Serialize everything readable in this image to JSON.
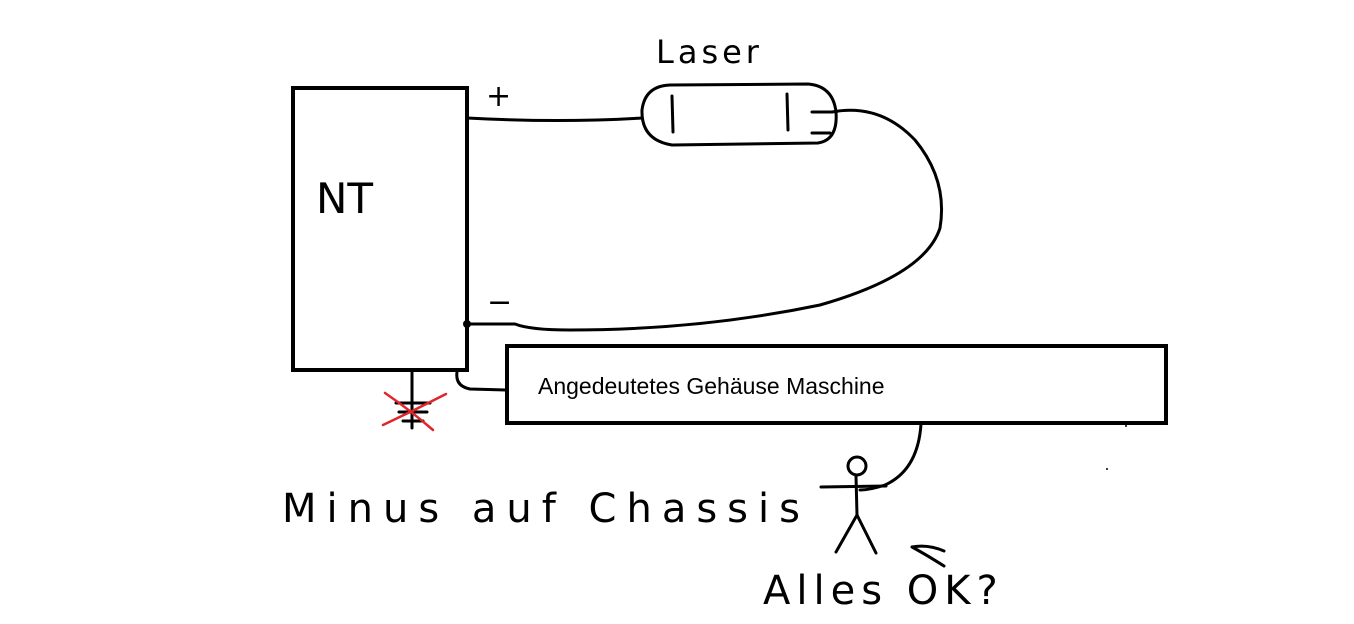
{
  "diagram": {
    "power_supply_label": "NT",
    "laser_label": "Laser",
    "plus_sign": "+",
    "minus_sign": "−",
    "housing_label": "Angedeutetes Gehäuse Maschine",
    "caption": "Minus auf Chassis",
    "question": "Alles OK?"
  },
  "colors": {
    "ink": "#000000",
    "strike": "#e0252b",
    "background": "#ffffff"
  }
}
